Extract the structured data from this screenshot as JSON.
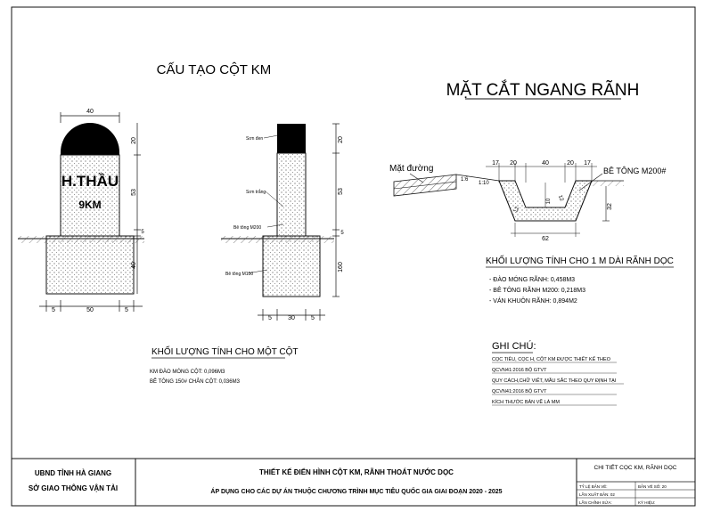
{
  "left_title": "CẤU TẠO CỘT KM",
  "right_title": "MẶT CẮT NGANG RÃNH",
  "km_post": {
    "name": "H.THẦU",
    "distance": "9KM",
    "dims": {
      "top_width": "40",
      "cap": "20",
      "body": "53",
      "ground": "5",
      "foundation": "40",
      "base_left": "5",
      "base_mid": "50",
      "base_right": "5"
    }
  },
  "side_view": {
    "labels": {
      "paint_red": "Sơn đen",
      "paint_white": "Sơn trắng",
      "concrete_m200": "Bê tông M200",
      "concrete_m150": "Bê tông M150"
    },
    "dims": {
      "cap": "20",
      "body": "53",
      "ground": "5",
      "foundation": "160",
      "base_left": "5",
      "base_mid": "30",
      "base_right": "5"
    }
  },
  "ditch": {
    "road_label": "Mặt đường",
    "concrete_label": "BÊ TÔNG M200#",
    "slope_1": "1:6",
    "slope_2": "1:10",
    "dims": {
      "d1": "17",
      "d2": "20",
      "d3": "40",
      "d4": "20",
      "d5": "17",
      "depth": "32",
      "inner": "10",
      "wall_l": "12",
      "wall_r": "12",
      "bottom": "62"
    }
  },
  "post_volume": {
    "title": "KHỐI LƯỢNG TÍNH CHO MỘT CỘT",
    "lines": [
      "KM  ĐÀO MÓNG CỘT: 0,096M3",
      "BÊ TÔNG 150# CHÂN CỘT: 0,036M3"
    ]
  },
  "ditch_volume": {
    "title": "KHỐI LƯỢNG TÍNH CHO 1 M DÀI RÃNH DỌC",
    "lines": [
      "- ĐÀO MÓNG RÃNH: 0,458M3",
      "- BÊ TÔNG  RÃNH M200:  0,218M3",
      "- VÁN KHUÔN RÃNH: 0,894M2"
    ]
  },
  "notes": {
    "title": "GHI CHÚ:",
    "lines": [
      "CỌC TIÊU, CỌC H, CỘT KM ĐƯỢC THIẾT KẾ THEO",
      "QCVN41:2016  BỘ GTVT",
      "QUY CÁCH,CHỮ VIẾT, MẦU SẮC THEO QUY ĐỊNH TẠI",
      "QCVN41:2016  BỘ GTVT",
      "KÍCH THƯỚC BẢN VẼ LÀ MM"
    ]
  },
  "title_block": {
    "org1": "UBND TỈNH HÀ GIANG",
    "org2": "SỞ GIAO THÔNG VẬN TẢI",
    "project1": "THIẾT KẾ ĐIỂN HÌNH CỘT KM, RÃNH THOÁT NƯỚC DỌC",
    "project2": "ÁP DỤNG CHO CÁC DỰ ÁN THUỘC CHƯƠNG TRÌNH MỤC TIÊU QUỐC GIA GIAI ĐOẠN 2020 - 2025",
    "sheet_name": "CHI TIẾT CỌC KM, RÃNH DỌC",
    "scale_label": "TỶ LỆ BẢN VẼ:",
    "sheet_no_label": "BẢN VẼ SỐ: 20",
    "issue_label": "LẦN XUẤT BẢN: 02",
    "code_label": "KÝ HIỆU:",
    "revision_label": "LẦN CHỈNH SỬA:"
  },
  "colors": {
    "cap_fill": "#000000",
    "line": "#111111"
  }
}
